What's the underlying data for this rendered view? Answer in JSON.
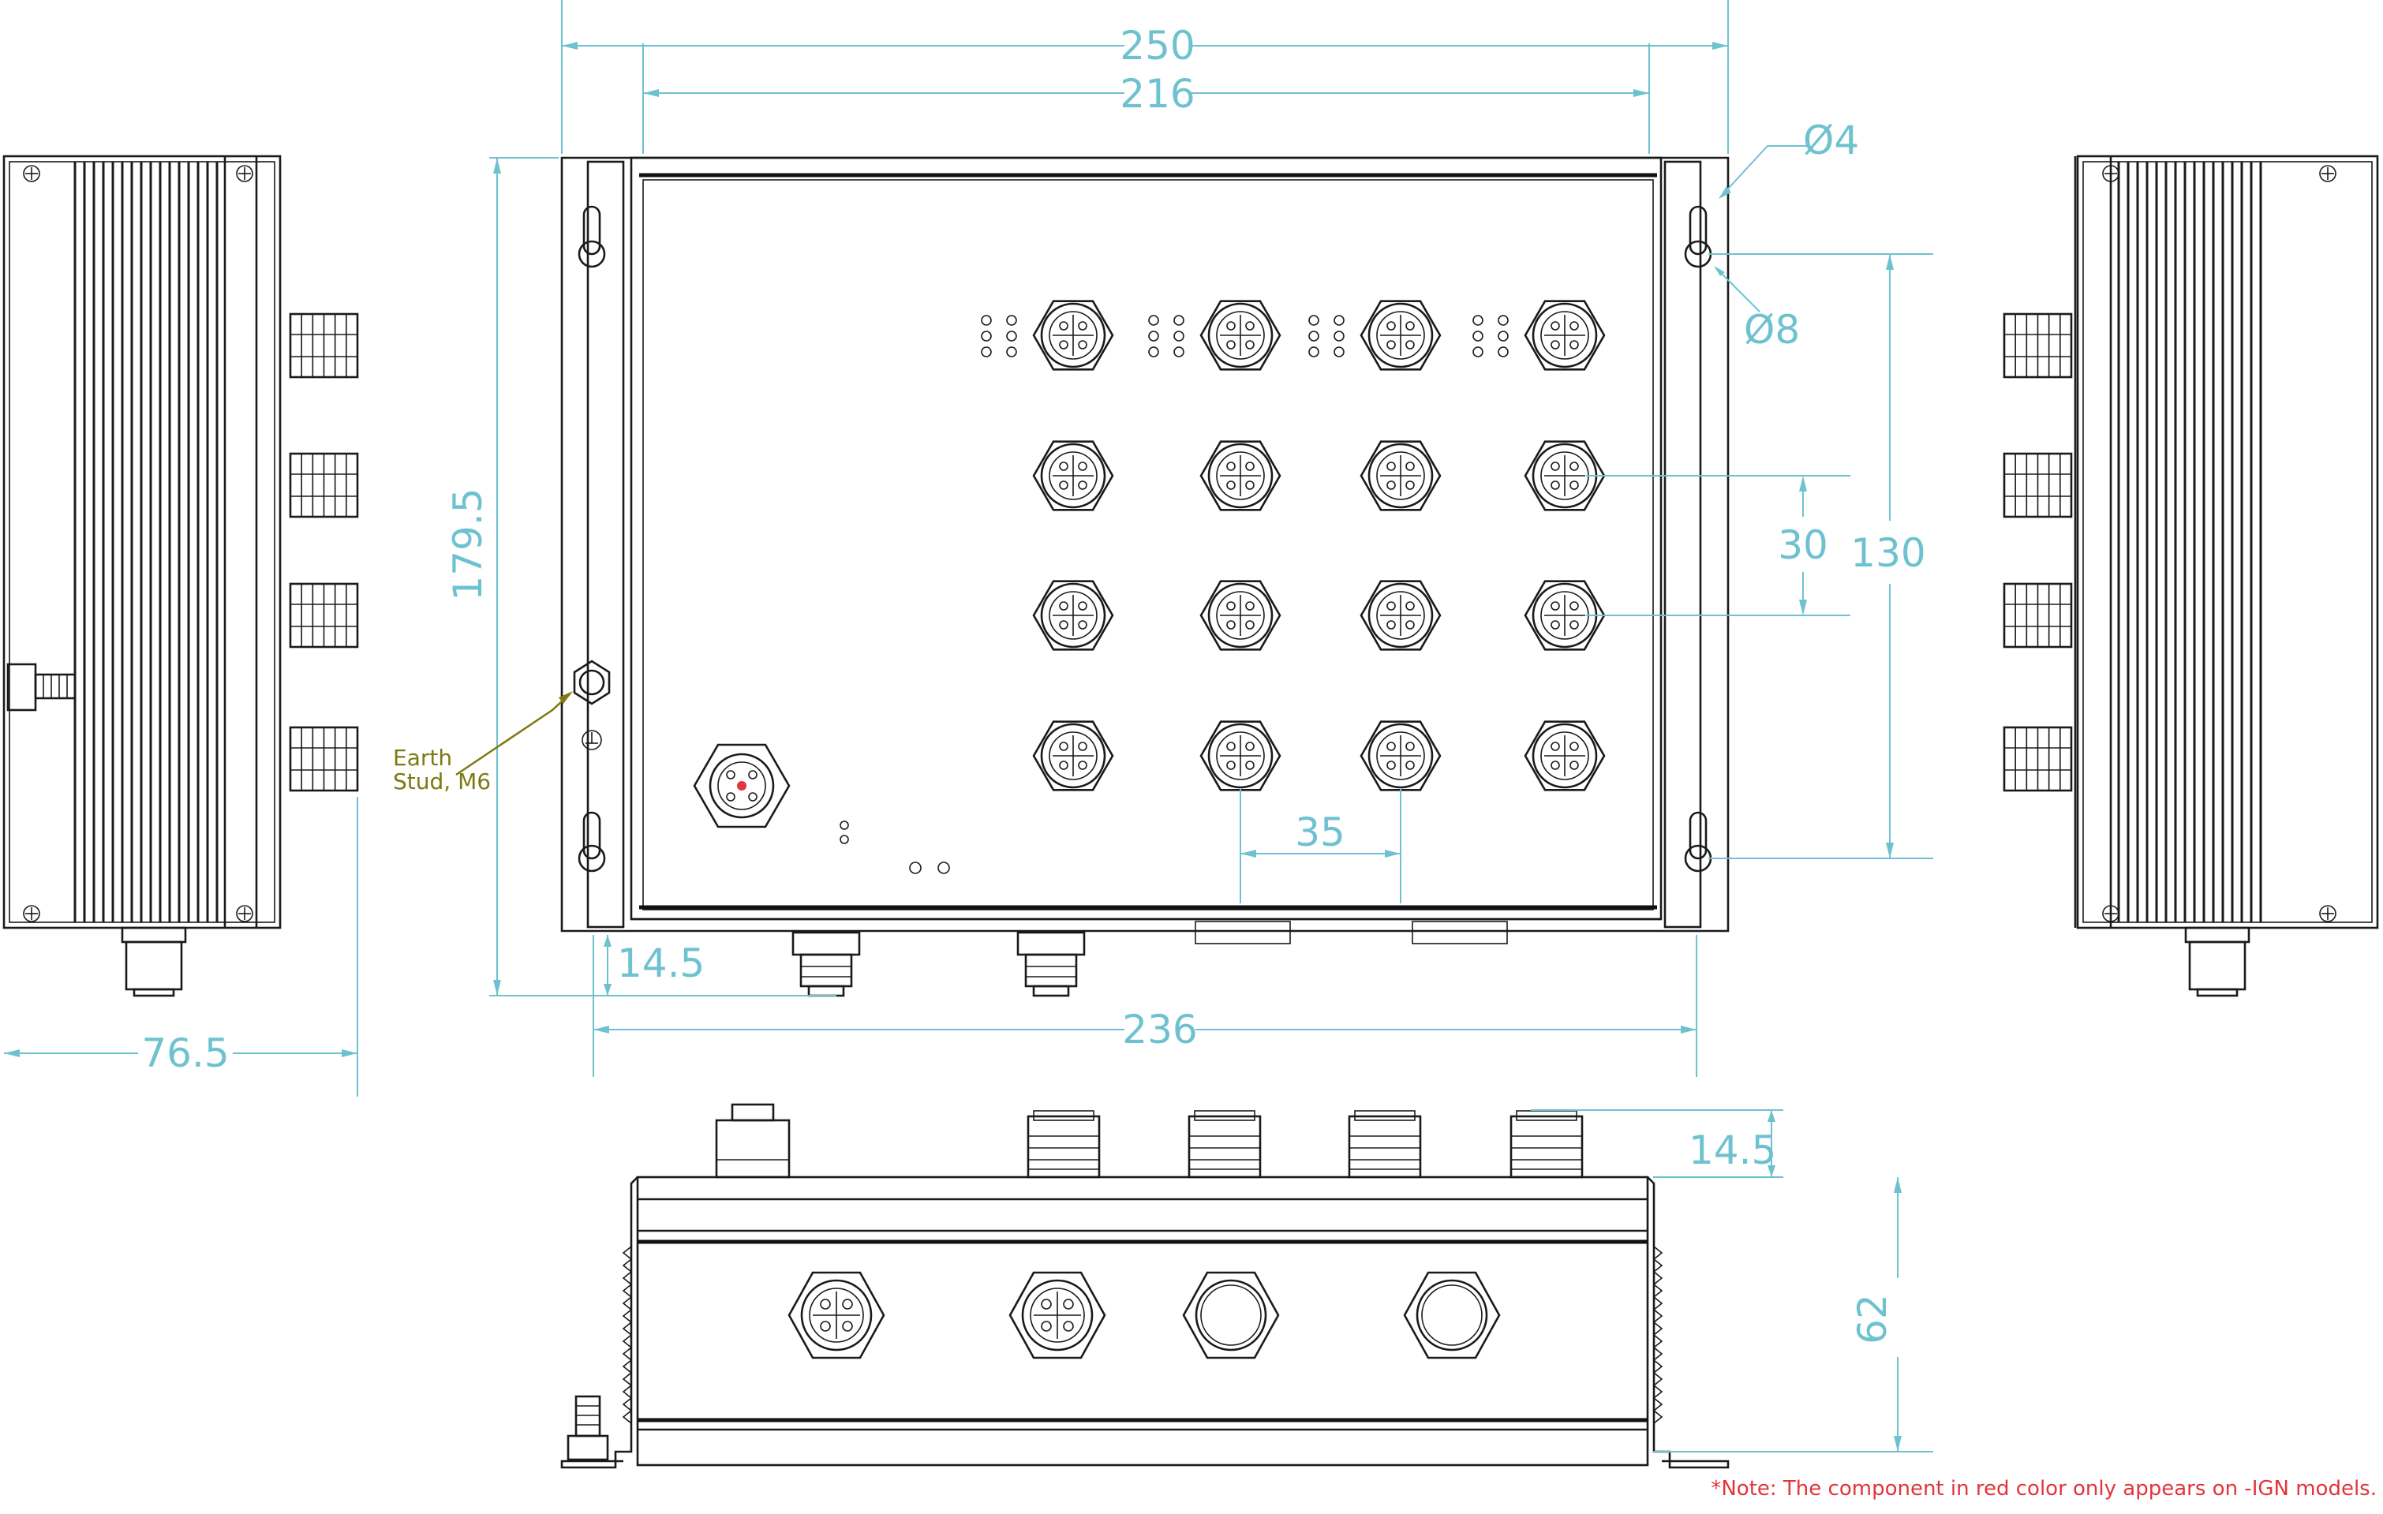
{
  "dimensions": {
    "overall_width": "250",
    "hole_spacing_width": "216",
    "hole_small_dia": "Ø4",
    "hole_large_dia": "Ø8",
    "overall_height": "179.5",
    "port_row_pitch": "30",
    "hole_spacing_height": "130",
    "port_col_pitch": "35",
    "connector_protrusion_front": "14.5",
    "body_width": "236",
    "side_depth": "76.5",
    "connector_protrusion_bottom": "14.5",
    "body_height": "62"
  },
  "annotations": {
    "earth_stud_line1": "Earth",
    "earth_stud_line2": "Stud, M6"
  },
  "note": "*Note: The component in red color only appears on -IGN models."
}
